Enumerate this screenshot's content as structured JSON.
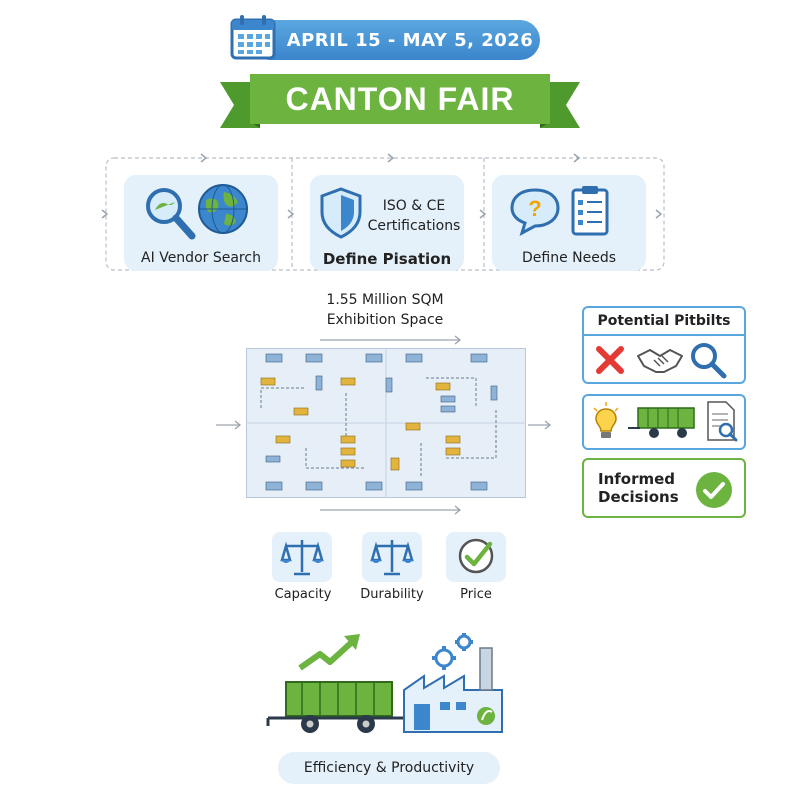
{
  "header": {
    "date_range": "APRIL 15 - MAY 5, 2026",
    "title": "CANTON FAIR"
  },
  "steps": [
    {
      "label": "AI Vendor Search"
    },
    {
      "label_top": "ISO & CE",
      "label_top2": "Certifications",
      "label": "Define Pisation"
    },
    {
      "label": "Define Needs"
    }
  ],
  "exhibition": {
    "line1": "1.55 Million SQM",
    "line2": "Exhibition Space"
  },
  "panels": {
    "pitfalls_title": "Potential Pitbilts",
    "decision_line1": "Informed",
    "decision_line2": "Decisions"
  },
  "criteria": [
    {
      "label": "Capacity",
      "icon": "scale-icon"
    },
    {
      "label": "Durability",
      "icon": "scale-icon"
    },
    {
      "label": "Price",
      "icon": "check-circle-icon"
    }
  ],
  "footer": {
    "label": "Efficiency & Productivity"
  },
  "colors": {
    "blue": "#3b86cc",
    "green": "#6cb33f",
    "light_blue": "#e4f0fa",
    "red": "#e53935"
  }
}
